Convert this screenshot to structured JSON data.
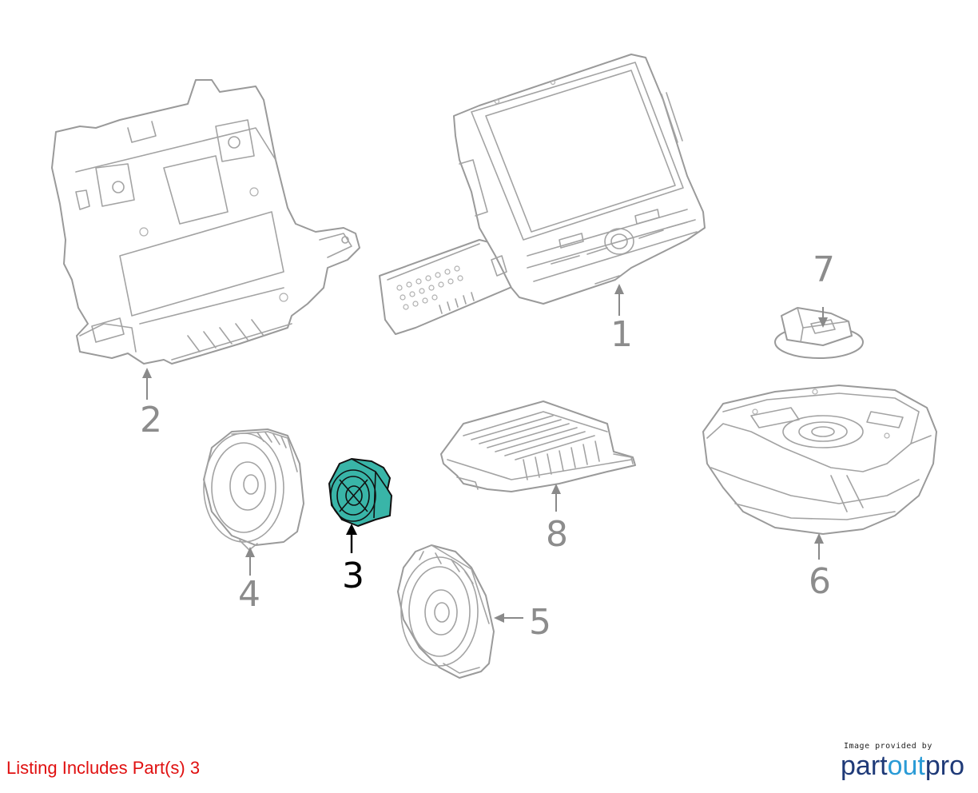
{
  "callouts": {
    "c1": "1",
    "c2": "2",
    "c3": "3",
    "c4": "4",
    "c5": "5",
    "c6": "6",
    "c7": "7",
    "c8": "8"
  },
  "highlighted_part": "3",
  "highlight_color": "#39b5a8",
  "footer": {
    "listing_note": "Listing Includes Part(s) 3",
    "listing_note_color": "#e01010",
    "credit_small": "Image provided by",
    "credit_brand_part1": "part",
    "credit_brand_part2": "out",
    "credit_brand_part3": "pro"
  }
}
